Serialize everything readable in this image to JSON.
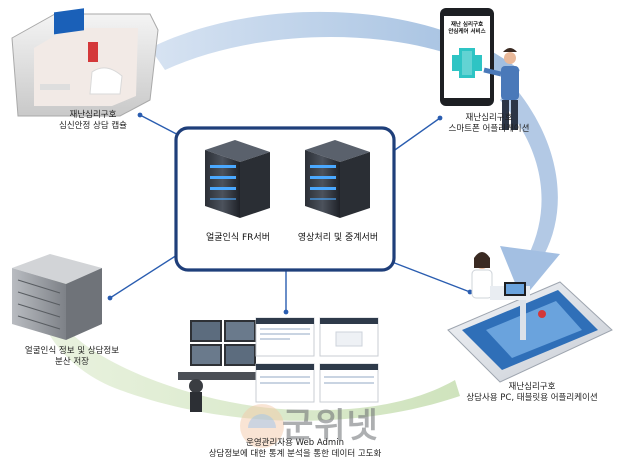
{
  "nodes": {
    "capsule": {
      "line1": "재난심리구호",
      "line2": "심신안정 상담 캡슐"
    },
    "smartphone": {
      "line1": "재난심리구호",
      "line2": "스마트폰 어플리케이션",
      "screen_line1": "재난 심리구호",
      "screen_line2": "안심케어 서비스"
    },
    "storage": {
      "line1": "얼굴인식 정보 및 상담정보",
      "line2": "분산 저장"
    },
    "admin": {
      "line1": "운영관리자용 Web Admin",
      "line2": "상담정보에 대한 통계 분석을 통한 데이터 고도화"
    },
    "counsel": {
      "line1": "재난심리구호",
      "line2": "상담사용 PC, 태블릿용 어플리케이션"
    }
  },
  "servers": {
    "fr": "얼굴인식 FR서버",
    "video": "영상처리 및 중계서버"
  },
  "watermark": "군위넷",
  "colors": {
    "arrow_blue": "#b7cce6",
    "arrow_green": "#d7e8c9",
    "frame": "#1f3f7a",
    "link": "#2a5db0",
    "cross": "#2ec4c4"
  }
}
